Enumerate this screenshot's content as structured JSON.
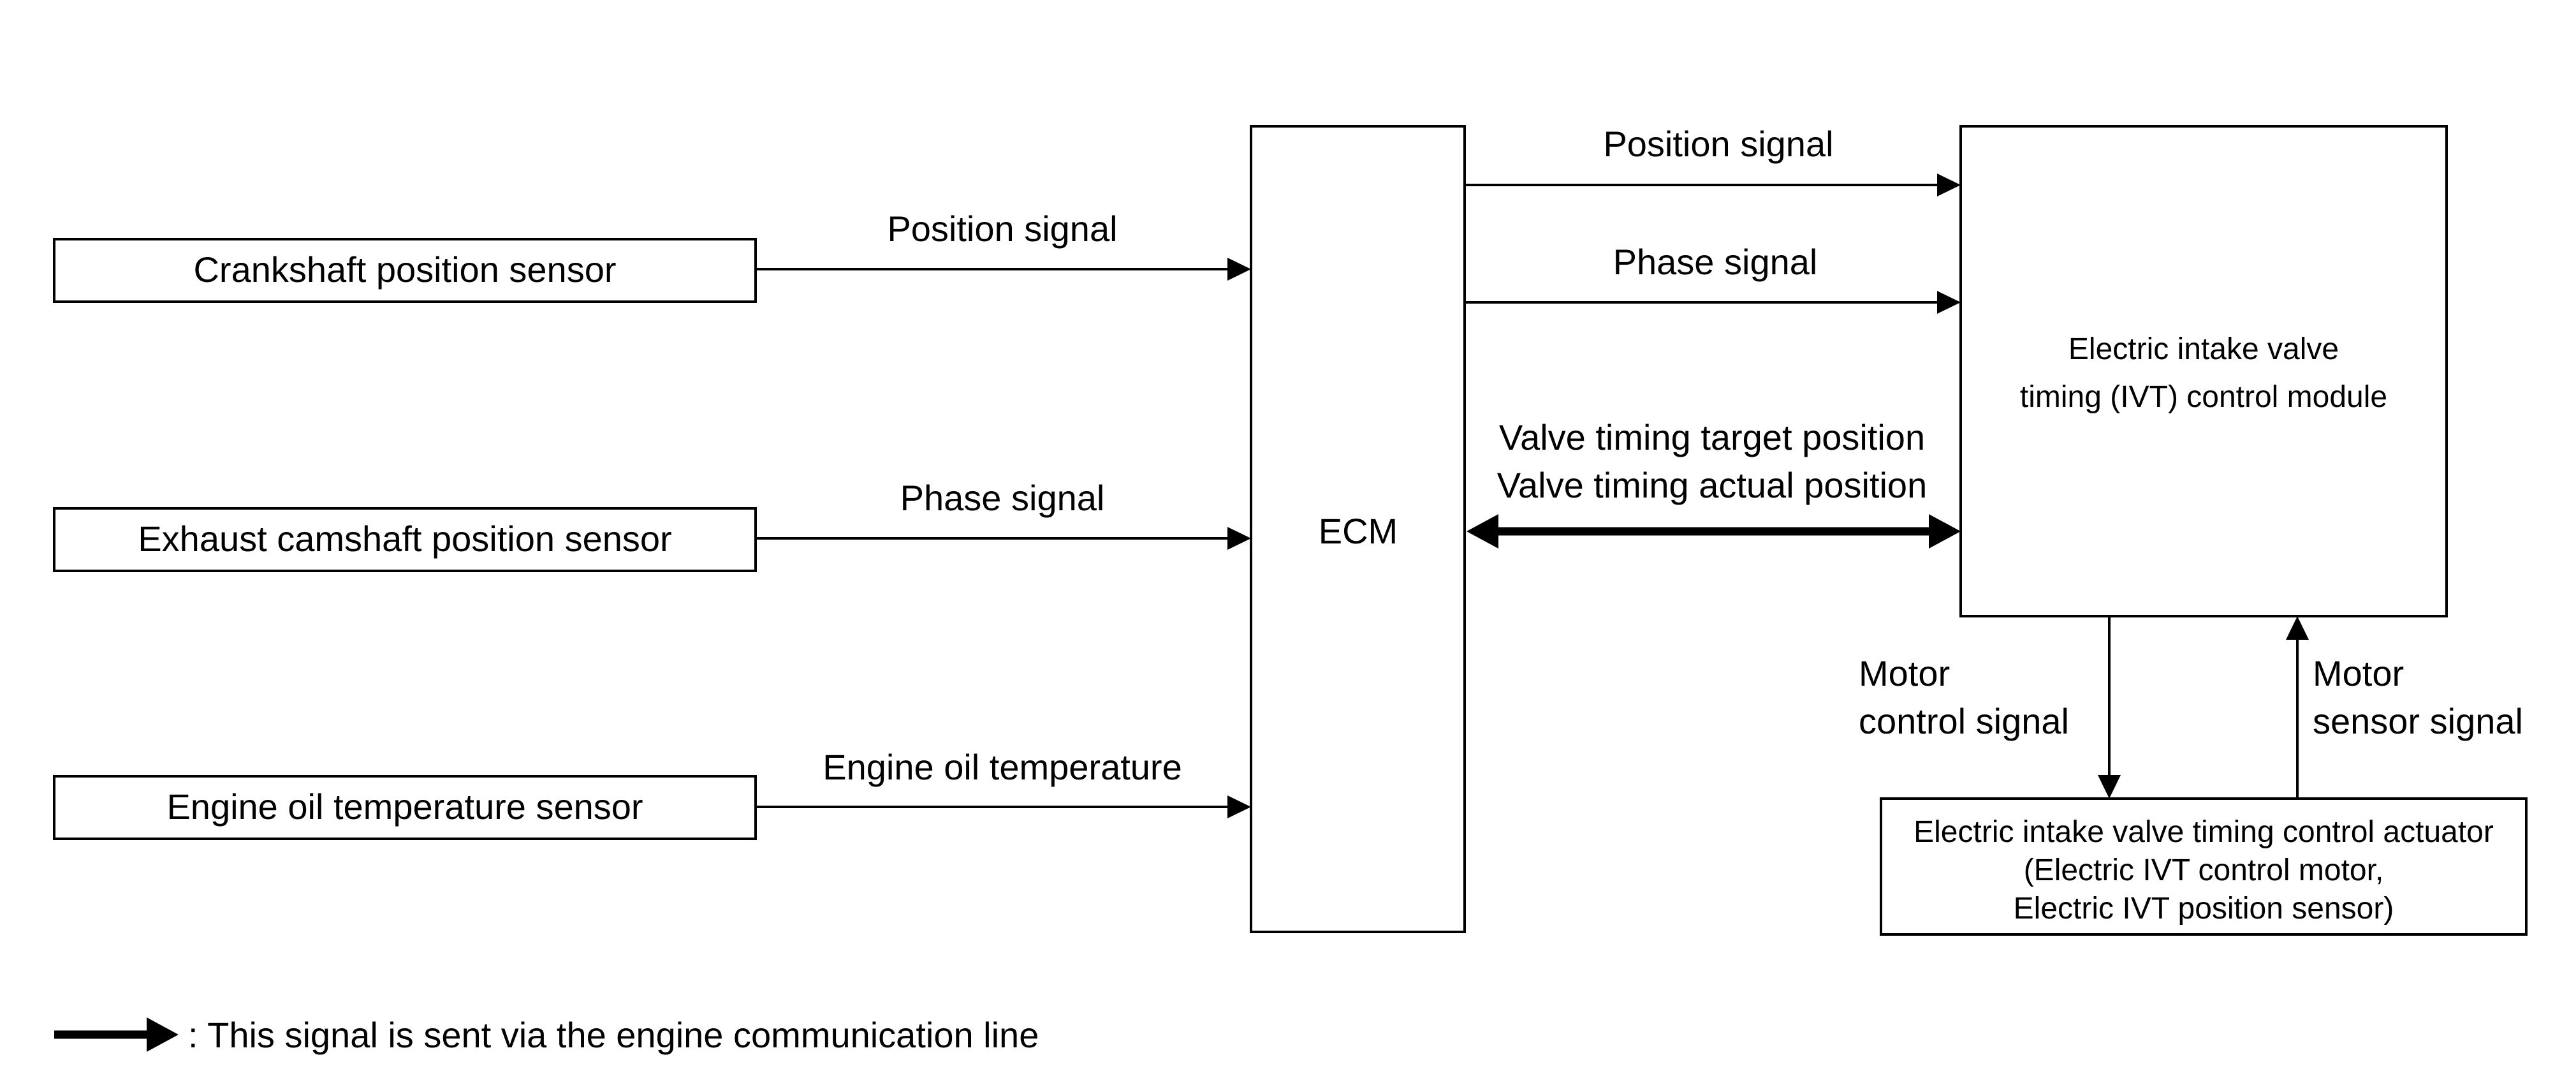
{
  "sensors": {
    "crankshaft": "Crankshaft position sensor",
    "exhaust_camshaft": "Exhaust camshaft position sensor",
    "oil_temperature": "Engine oil temperature sensor"
  },
  "signals_to_ecm": {
    "crankshaft": "Position signal",
    "exhaust_camshaft": "Phase signal",
    "oil_temperature": "Engine oil temperature"
  },
  "ecm": {
    "label": "ECM"
  },
  "signals_to_module": {
    "position": "Position signal",
    "phase": "Phase signal",
    "comm_line1": "Valve timing target position",
    "comm_line2": "Valve timing actual position"
  },
  "ivt_module": {
    "line1": "Electric intake valve",
    "line2": "timing (IVT) control module"
  },
  "motor_signals": {
    "control_line1": "Motor",
    "control_line2": "control signal",
    "sensor_line1": "Motor",
    "sensor_line2": "sensor signal"
  },
  "actuator": {
    "line1": "Electric intake valve timing control actuator",
    "line2": "(Electric IVT control motor,",
    "line3": "Electric IVT position sensor)"
  },
  "legend": {
    "text": ": This signal is sent via the engine communication line"
  }
}
